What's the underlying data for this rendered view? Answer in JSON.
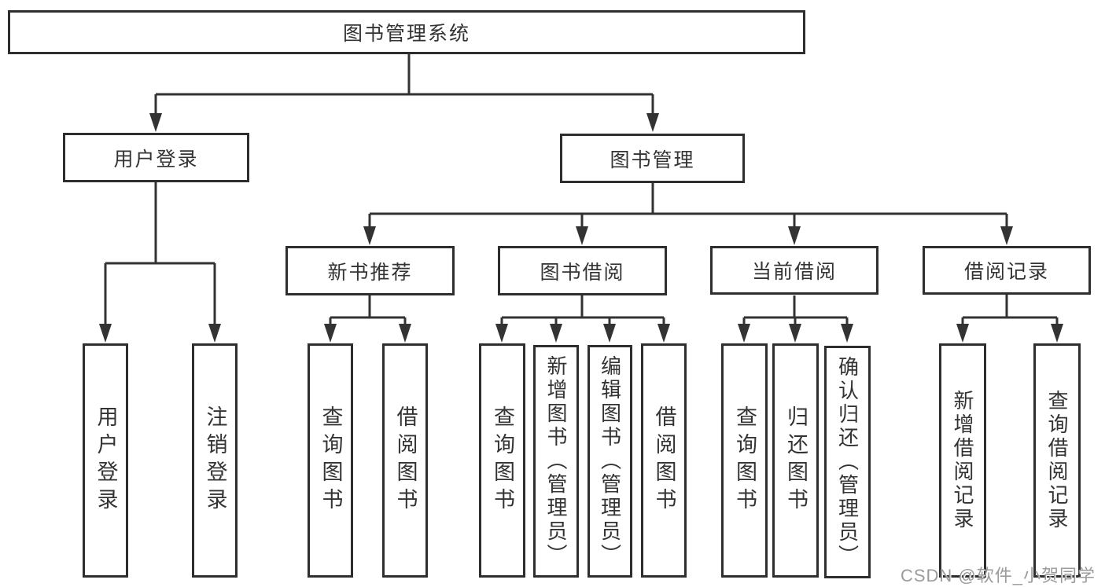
{
  "diagram": {
    "root": {
      "label": "图书管理系统"
    },
    "branches": [
      {
        "label": "用户登录",
        "children": [
          {
            "label": "用户登录"
          },
          {
            "label": "注销登录"
          }
        ]
      },
      {
        "label": "图书管理",
        "groups": [
          {
            "label": "新书推荐",
            "children": [
              {
                "label": "查询图书"
              },
              {
                "label": "借阅图书"
              }
            ]
          },
          {
            "label": "图书借阅",
            "children": [
              {
                "label": "查询图书"
              },
              {
                "label": "新增图书（管理员）"
              },
              {
                "label": "编辑图书（管理员）"
              },
              {
                "label": "借阅图书"
              }
            ]
          },
          {
            "label": "当前借阅",
            "children": [
              {
                "label": "查询图书"
              },
              {
                "label": "归还图书"
              },
              {
                "label": "确认归还（管理员）"
              }
            ]
          },
          {
            "label": "借阅记录",
            "children": [
              {
                "label": "新增借阅记录"
              },
              {
                "label": "查询借阅记录"
              }
            ]
          }
        ]
      }
    ]
  },
  "watermark": {
    "text": "CSDN @软件_小贺同学"
  },
  "colors": {
    "line": "#333333",
    "border": "#2e2e2e",
    "text": "#333333",
    "background": "#ffffff",
    "watermark": "#9b9b9b"
  }
}
